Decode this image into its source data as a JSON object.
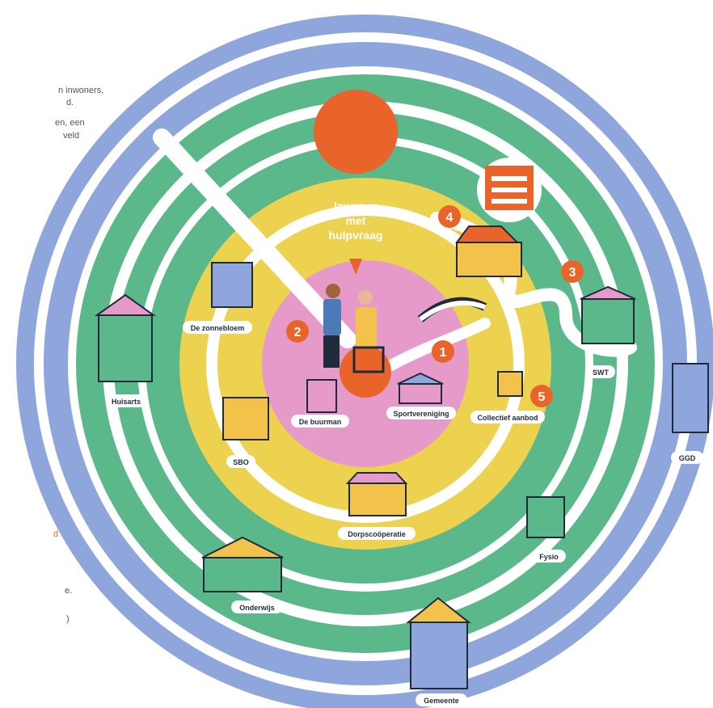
{
  "side_text": {
    "lines": [
      "n inwoners,",
      "d.",
      "en, een",
      "veld"
    ],
    "orange_mark": "d",
    "bottom_lines": [
      "e.",
      ")"
    ]
  },
  "center_bubble": [
    "Inwoner",
    "met",
    "hulpvraag"
  ],
  "steps": [
    "1",
    "2",
    "3",
    "4",
    "5"
  ],
  "labels": {
    "zonnebloem": "De zonnebloem",
    "buurman": "De buurman",
    "sportvereniging": "Sportvereniging",
    "collectief_aanbod": "Collectief aanbod",
    "sbo": "SBO",
    "dorpscoöperatie": "Dorpscoöperatie",
    "huisarts": "Huisarts",
    "swt": "SWT",
    "ggd": "GGD",
    "fysio": "Fysio",
    "onderwijs": "Onderwijs",
    "gemeente": "Gemeente"
  },
  "colors": {
    "outer_ring": "#8fa6dd",
    "green_ring": "#5bb88b",
    "yellow_ring": "#ecd24e",
    "pink_core": "#e69ac9",
    "orange": "#e8642a",
    "path": "#ffffff",
    "building_outline": "#1f2a3a"
  }
}
